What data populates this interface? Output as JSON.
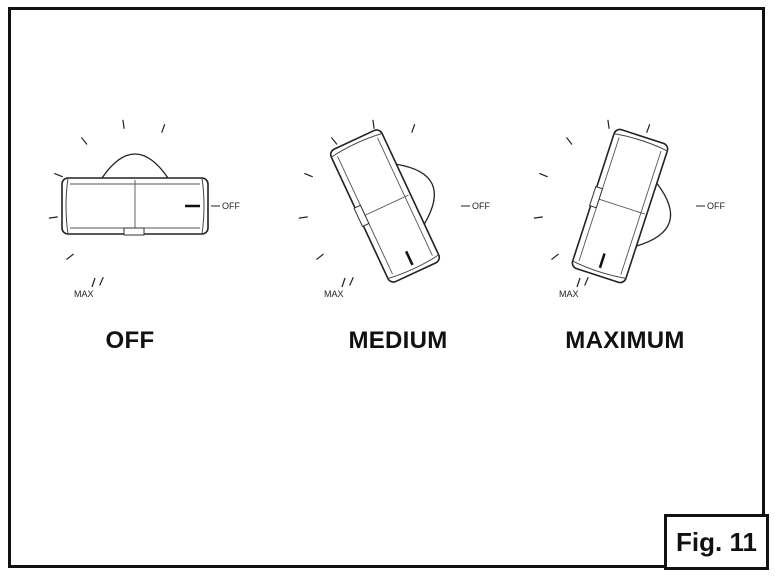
{
  "figure_label": "Fig. 11",
  "scale": {
    "off_label": "OFF",
    "max_label": "MAX"
  },
  "positions": [
    {
      "caption": "OFF",
      "rotation_deg": 0
    },
    {
      "caption": "MEDIUM",
      "rotation_deg": 65
    },
    {
      "caption": "MAXIMUM",
      "rotation_deg": 108
    }
  ]
}
